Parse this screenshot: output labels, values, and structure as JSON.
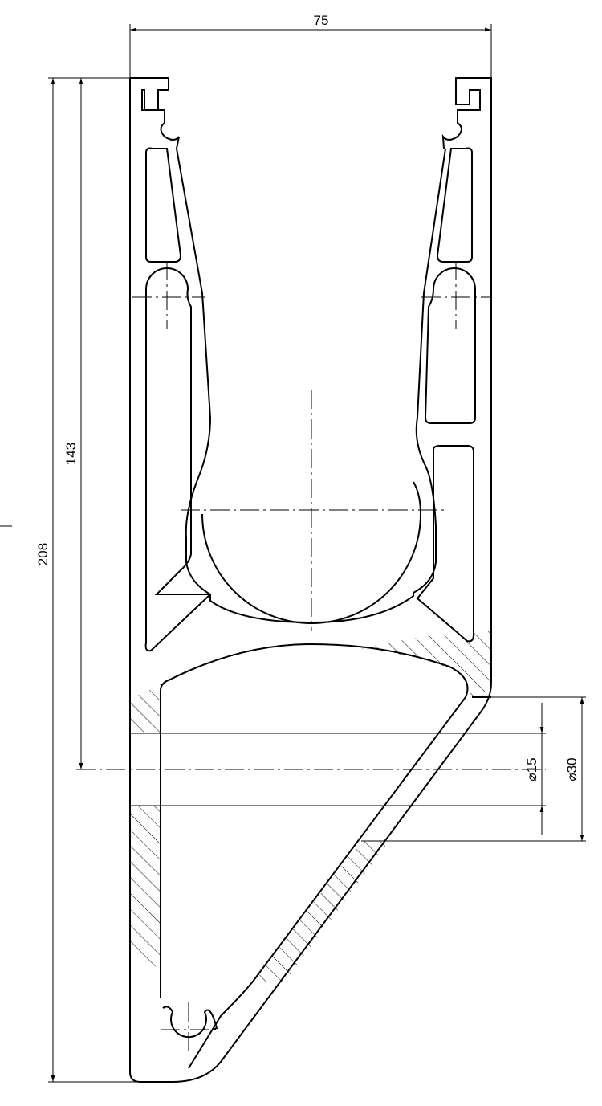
{
  "dimensions": {
    "width": "75",
    "height_total": "208",
    "height_axis": "143",
    "diameter_inner": "⌀15",
    "diameter_outer": "⌀30"
  },
  "colors": {
    "line": "#000000",
    "background": "#ffffff"
  }
}
